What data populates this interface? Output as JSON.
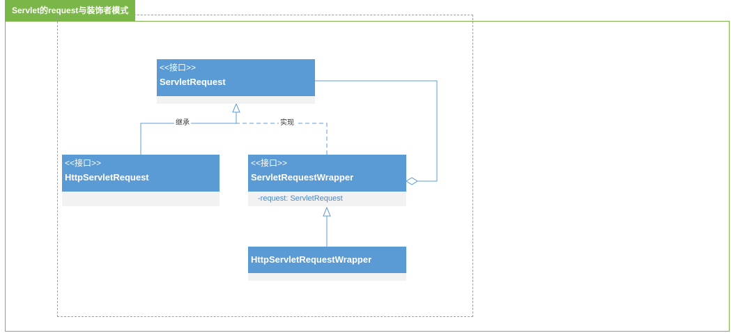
{
  "frame": {
    "title": "Servlet的request与装饰者模式",
    "color": "#7ab648"
  },
  "classes": {
    "servlet_request": {
      "stereotype": "<<接口>>",
      "name": "ServletRequest"
    },
    "http_servlet_request": {
      "stereotype": "<<接口>>",
      "name": "HttpServletRequest"
    },
    "servlet_request_wrapper": {
      "stereotype": "<<接口>>",
      "name": "ServletRequestWrapper",
      "attribute": "-request: ServletRequest"
    },
    "http_servlet_request_wrapper": {
      "name": "HttpServletRequestWrapper"
    }
  },
  "relations": {
    "inherit_label": "继承",
    "implement_label": "实现"
  },
  "colors": {
    "class_header": "#5b9bd5",
    "class_body": "#f2f2f2",
    "connector": "#5b9bd5"
  }
}
